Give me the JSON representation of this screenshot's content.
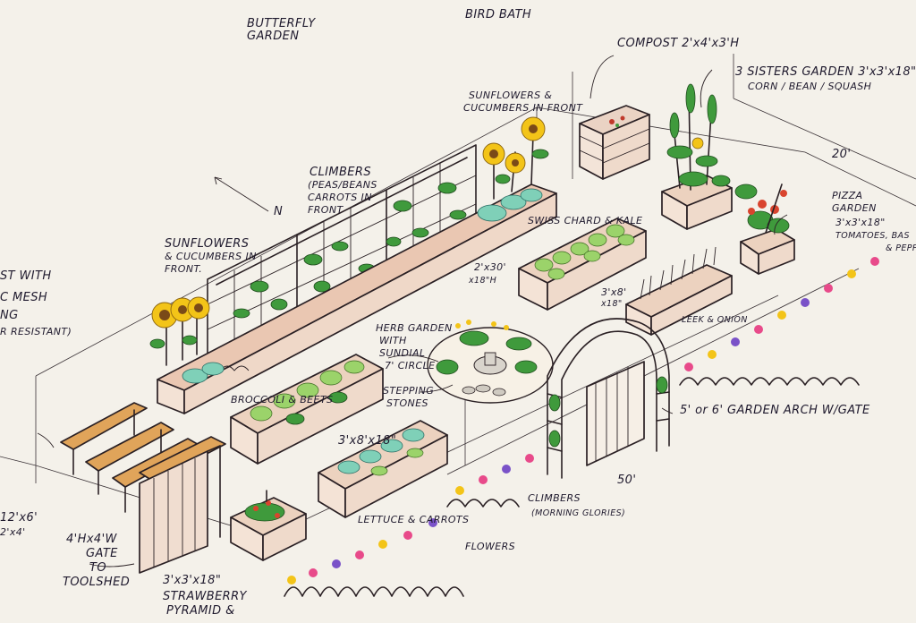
{
  "labels": {
    "butterfly": "BUTTERFLY",
    "garden": "GARDEN",
    "bird_bath": "BIRD BATH",
    "compost": "COMPOST 2'x4'x3'H",
    "three_sisters": "3 SISTERS GARDEN 3'x3'x18\"",
    "three_sisters_sub": "CORN / BEAN / SQUASH",
    "width_dim": "20'",
    "sunflowers_top_1": "SUNFLOWERS &",
    "sunflowers_top_2": "CUCUMBERS IN FRONT",
    "climbers_1": "CLIMBERS",
    "climbers_2": "(PEAS/BEANS",
    "climbers_3": "CARROTS IN",
    "climbers_4": "FRONT",
    "north": "N",
    "pizza_1": "PIZZA",
    "pizza_2": "GARDEN",
    "pizza_3": "3'x3'x18\"",
    "pizza_4": "TOMATOES, BAS",
    "pizza_5": "& PEPP",
    "swiss": "SWISS CHARD & KALE",
    "sunflowers_left_1": "SUNFLOWERS",
    "sunflowers_left_2": "& CUCUMBERS IN",
    "sunflowers_left_3": "FRONT.",
    "bed_dim_1": "2'x30'",
    "bed_dim_2": "x18\"H",
    "leek_bed_1": "3'x8'",
    "leek_bed_2": "x18\"",
    "leek": "LEEK & ONION",
    "cut_1": "ST WITH",
    "cut_2": "C MESH",
    "cut_3": "NG",
    "cut_4": "R RESISTANT)",
    "herb_1": "HERB GARDEN",
    "herb_2": "WITH",
    "herb_3": "SUNDIAL",
    "herb_4": "7' CIRCLE",
    "stepping_1": "STEPPING",
    "stepping_2": "STONES",
    "broccoli": "BROCCOLI & BEETS",
    "arch": "5' or 6' GARDEN ARCH W/GATE",
    "lettuce_bed": "3'x8'x18\"",
    "lettuce": "LETTUCE & CARROTS",
    "length_dim": "50'",
    "climbers_bottom_1": "CLIMBERS",
    "climbers_bottom_2": "(MORNING GLORIES)",
    "flowers": "FLOWERS",
    "shed_dim_1": "12'x6'",
    "shed_dim_2": "2'x4'",
    "gate_1": "4'Hx4'W",
    "gate_2": "GATE",
    "gate_3": "TO",
    "gate_4": "TOOLSHED",
    "strawberry_1": "3'x3'x18\"",
    "strawberry_2": "STRAWBERRY",
    "strawberry_3": "PYRAMID &"
  },
  "colors": {
    "paper": "#f4f1ea",
    "ink": "#2a2024",
    "bed_wood": "#e9c9b0",
    "bench_wood": "#e0a45a",
    "leaf_green": "#3f9a3c",
    "light_green": "#9bd36a",
    "teal_cucumber": "#7fd0b8",
    "sunflower_yellow": "#f3c418",
    "flower_pink": "#e84a8a",
    "flower_purple": "#7a52c8",
    "tomato_red": "#d9442e"
  }
}
